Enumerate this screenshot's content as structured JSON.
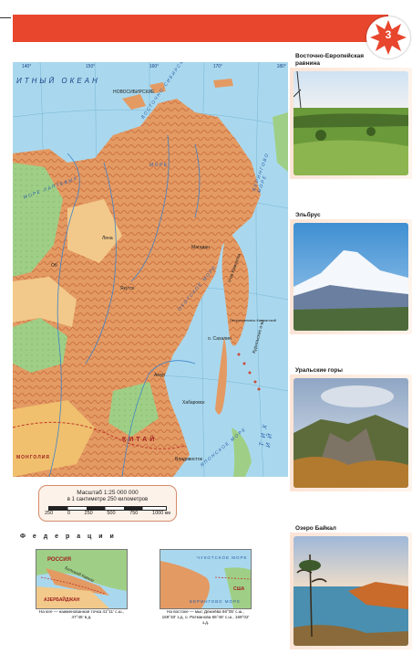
{
  "page": {
    "number": "3",
    "accent_color": "#e8472e"
  },
  "map": {
    "ocean_label": "ИТНЫЙ ОКЕАН",
    "labels": {
      "novosib": "НОВОСИБИРСКИЕ",
      "vost_sib_more": "ВОСТОЧНО-СИБИРСКОЕ МОРЕ",
      "more_laptevykh": "МОРЕ ЛАПТЕВЫХ",
      "beringovo": "БЕРИНГОВО МОРЕ",
      "okhotskoe": "ОХОТСКОЕ МОРЕ",
      "yaponskoe": "ЯПОНСКОЕ МОРЕ",
      "tikhiy": "Т И Х И Й",
      "kitay": "КИТАЙ",
      "mongoliya": "МОНГОЛИЯ",
      "more_label": "МОРЕ",
      "kamchatka": "п-ов Камчатка",
      "sakhalin": "о. Сахалин",
      "kuril": "Курильские о-ва",
      "ob": "Об",
      "lena": "Лена",
      "amur": "Амур",
      "magadan": "Магадан",
      "petrop": "Петропавловск-Камчатский",
      "yakutsk": "Якутск",
      "vladivostok": "Владивосток",
      "khabarovsk": "Хабаровск"
    },
    "coords_top": [
      "140°",
      "150°",
      "160°",
      "170°",
      "180°"
    ]
  },
  "scale": {
    "title": "Масштаб 1:25 000 000",
    "subtitle": "в 1 сантиметре 250 километров",
    "ticks": [
      "250",
      "0",
      "250",
      "500",
      "750",
      "1000 км"
    ]
  },
  "federation": {
    "title": "Ф е д е р а ц и и"
  },
  "inset_south": {
    "labels": {
      "russia": "РОССИЯ",
      "azer": "АЗЕРБАЙДЖАН",
      "kavkaz": "Большой Кавказ"
    },
    "caption": "На юге — наименованная точка 41°11' с.ш., 47°45' в.д."
  },
  "inset_east": {
    "labels": {
      "chuk": "ЧУКОТСКОЕ МОРЕ",
      "bering": "БЕРИНГОВО МОРЕ",
      "usa": "США"
    },
    "caption": "На востоке — мыс Дежнёва 66°05' с.ш., 169°40' з.д. о. Ратманова 65°46' с.ш., 169°02' з.д."
  },
  "photos": [
    {
      "label": "Восточно-Европейская равнина"
    },
    {
      "label": "Эльбрус"
    },
    {
      "label": "Уральские горы"
    },
    {
      "label": "Озеро Байкал"
    }
  ]
}
